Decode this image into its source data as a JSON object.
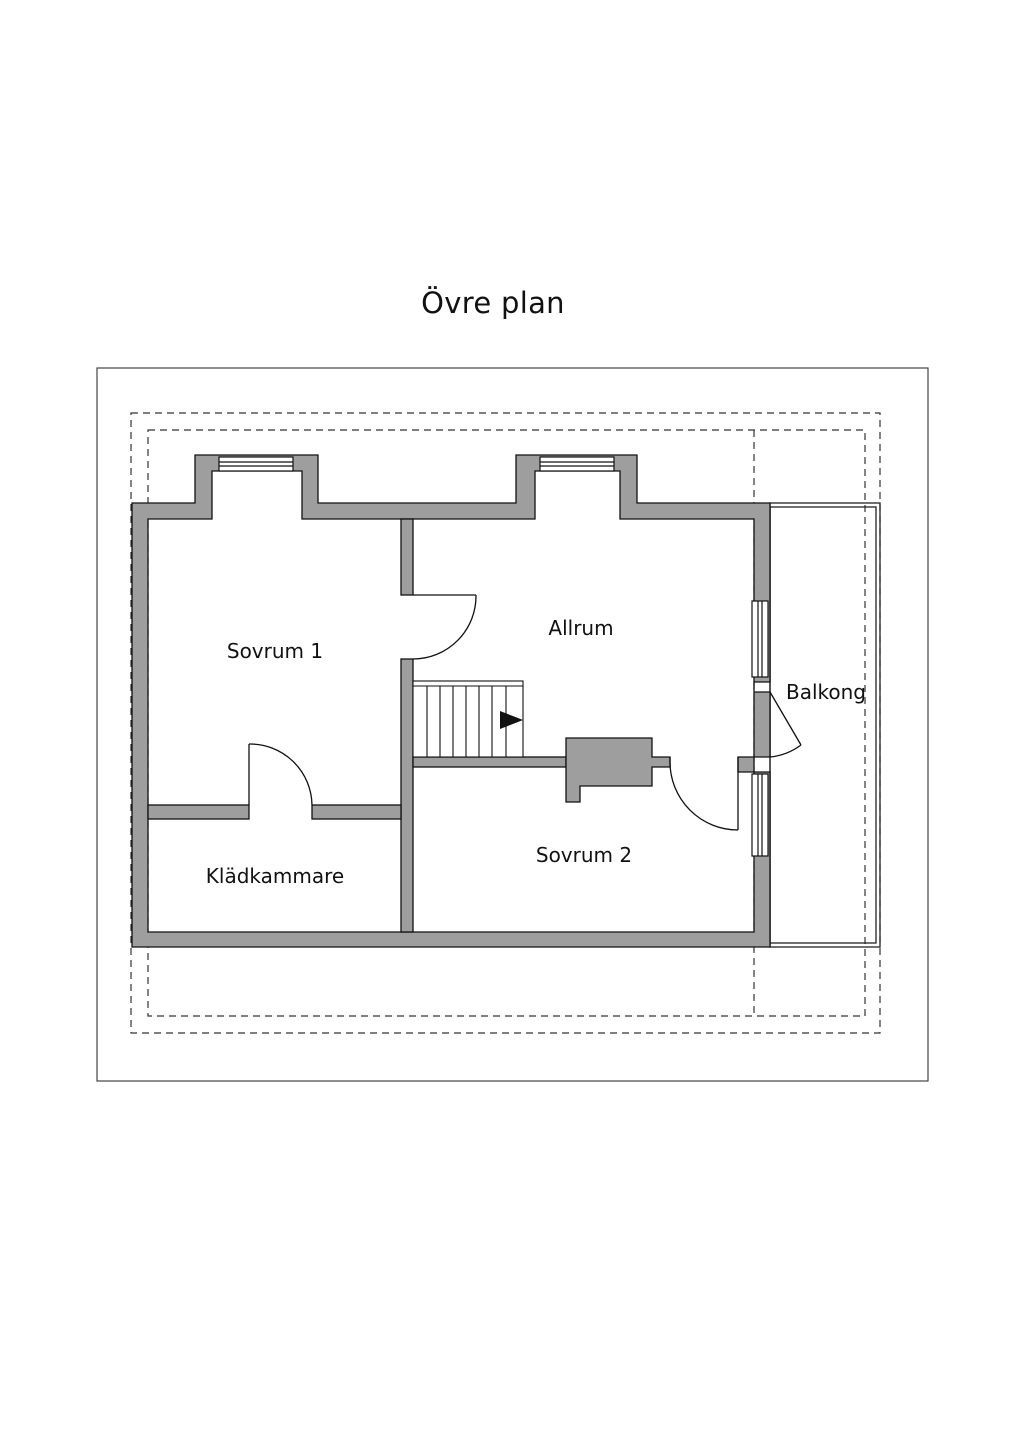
{
  "title": "Övre plan",
  "colors": {
    "wall": "#9e9e9e",
    "line": "#111111",
    "background": "#ffffff"
  },
  "rooms": {
    "bedroom1": "Sovrum 1",
    "living": "Allrum",
    "balcony": "Balkong",
    "closet": "Klädkammare",
    "bedroom2": "Sovrum 2"
  },
  "icons": {
    "stair_direction": "triangle-arrow-right"
  }
}
